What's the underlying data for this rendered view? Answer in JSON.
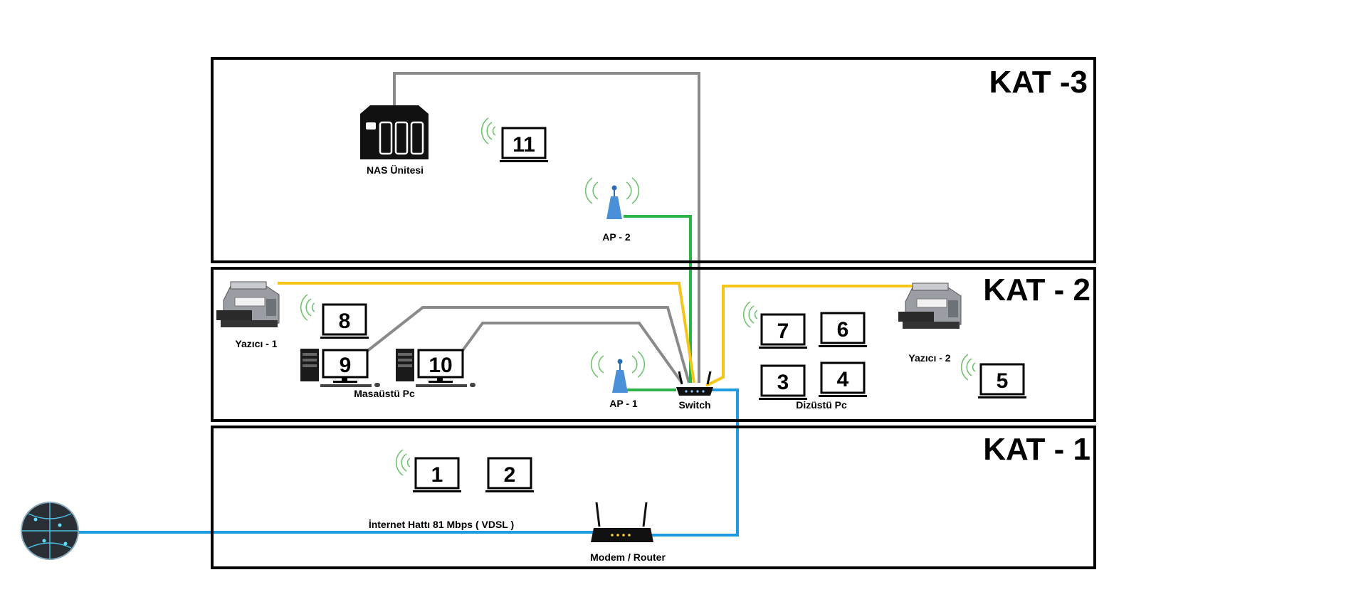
{
  "floors": {
    "kat3": "KAT -3",
    "kat2": "KAT - 2",
    "kat1": "KAT - 1"
  },
  "devices": {
    "nas": "NAS Ünitesi",
    "ap2": "AP - 2",
    "ap1": "AP - 1",
    "switch": "Switch",
    "printer1": "Yazıcı - 1",
    "printer2": "Yazıcı - 2",
    "desktops": "Masaüstü Pc",
    "laptops": "Dizüstü Pc",
    "modem": "Modem / Router",
    "internet_line": "İnternet Hattı 81 Mbps ( VDSL )"
  },
  "numbers": {
    "n1": "1",
    "n2": "2",
    "n3": "3",
    "n4": "4",
    "n5": "5",
    "n6": "6",
    "n7": "7",
    "n8": "8",
    "n9": "9",
    "n10": "10",
    "n11": "11"
  },
  "colors": {
    "gray_cable": "#8a8a8a",
    "green_cable": "#2db34a",
    "yellow_cable": "#f5c518",
    "blue_cable": "#1e9be0",
    "ap_blue": "#4a90d9",
    "wifi_green": "#6ec36e"
  },
  "icons": [
    "globe-icon",
    "nas-icon",
    "laptop-icon",
    "desktop-icon",
    "printer-icon",
    "access-point-icon",
    "switch-icon",
    "router-icon",
    "wifi-icon"
  ]
}
